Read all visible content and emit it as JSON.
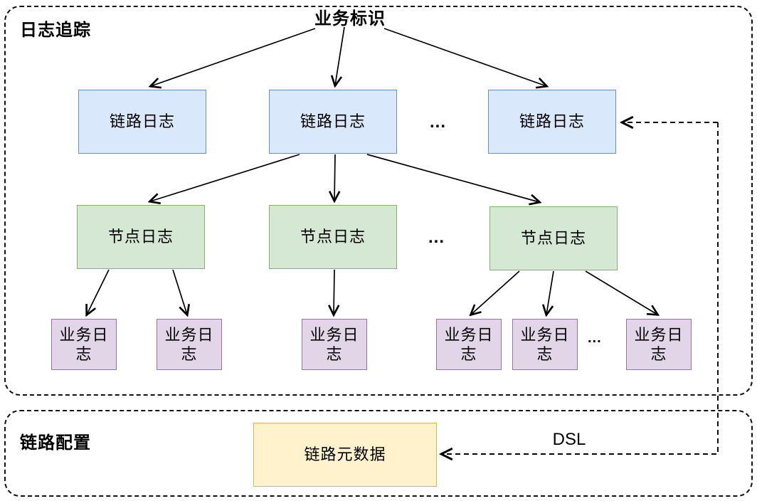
{
  "diagram": {
    "root_label": "业务标识",
    "ellipsis": "..."
  },
  "tracing_section": {
    "label": "日志追踪",
    "link_logs": [
      "链路日志",
      "链路日志",
      "链路日志"
    ],
    "node_logs": [
      "节点日志",
      "节点日志",
      "节点日志"
    ],
    "business_logs": [
      "业务日志",
      "业务日志",
      "业务日志",
      "业务日志",
      "业务日志",
      "业务日志"
    ]
  },
  "config_section": {
    "label": "链路配置",
    "metadata_label": "链路元数据",
    "dsl_label": "DSL"
  },
  "colors": {
    "link_log_fill": "#dae8fc",
    "link_log_border": "#6c8ebf",
    "node_log_fill": "#d5e8d4",
    "node_log_border": "#82b366",
    "business_log_fill": "#e1d5e7",
    "business_log_border": "#9673a6",
    "metadata_fill": "#fff2cc",
    "metadata_border": "#d6b656",
    "line_color": "#000000",
    "container_border": "#111111"
  }
}
